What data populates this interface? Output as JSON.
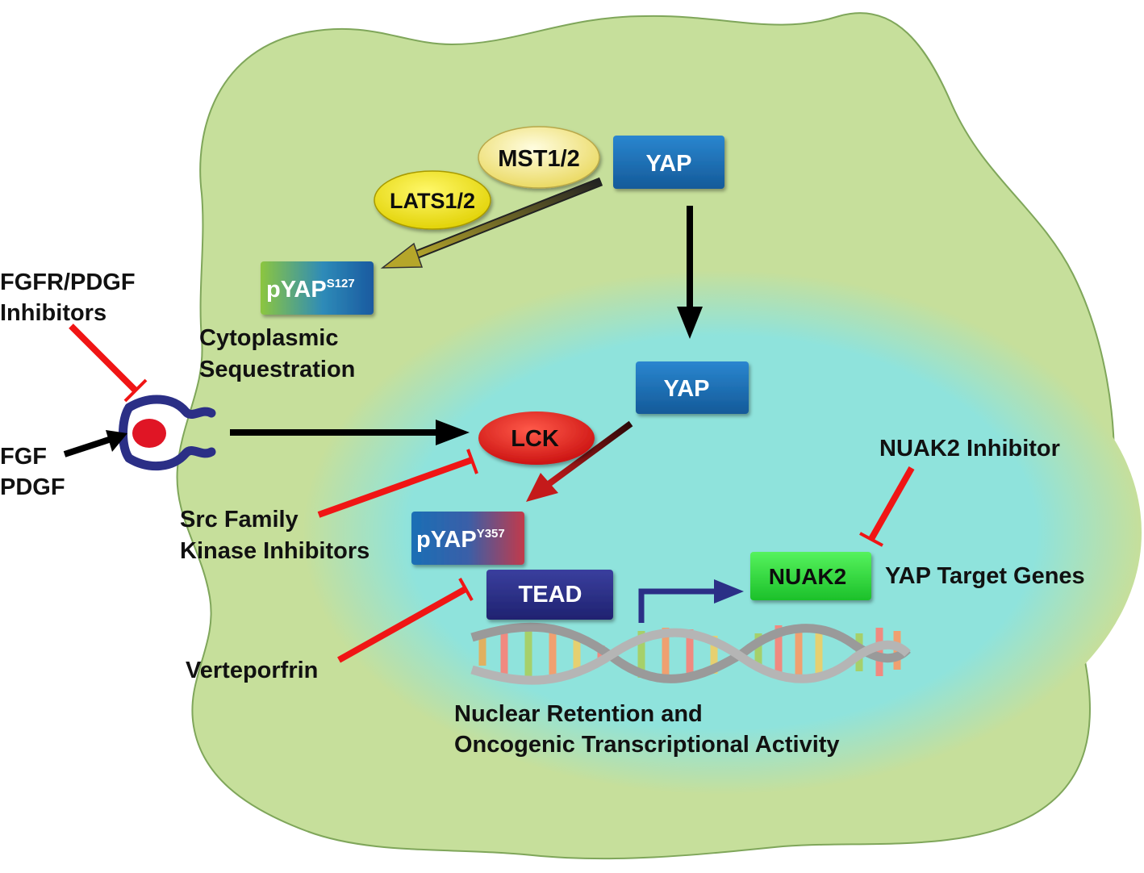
{
  "labels": {
    "fgfr_inhibitors_line1": "FGFR/PDGF",
    "fgfr_inhibitors_line2": "Inhibitors",
    "fgf": "FGF",
    "pdgf": "PDGF",
    "cytoplasmic_line1": "Cytoplasmic",
    "cytoplasmic_line2": "Sequestration",
    "src_line1": "Src Family",
    "src_line2": "Kinase Inhibitors",
    "verteporfrin": "Verteporfrin",
    "nuclear_line1": "Nuclear Retention and",
    "nuclear_line2": "Oncogenic Transcriptional Activity",
    "nuak2_inhibitor": "NUAK2 Inhibitor",
    "yap_target_genes": "YAP Target Genes"
  },
  "nodes": {
    "mst": "MST1/2",
    "lats": "LATS1/2",
    "yap_cyto": "YAP",
    "pyap_s127_main": "pYAP",
    "pyap_s127_sup": "S127",
    "yap_nuc": "YAP",
    "lck": "LCK",
    "pyap_y357_main": "pYAP",
    "pyap_y357_sup": "Y357",
    "tead": "TEAD",
    "nuak2": "NUAK2"
  },
  "colors": {
    "cell": "#c6df9b",
    "nucleus": "#8fe3dc",
    "yap_box": "#1a6fb5",
    "tead_box": "#2b2f86",
    "nuak2_box": "#22d633",
    "lck": "#e01515",
    "mst_lats": "#f2e25a",
    "inhibitor": "#f01515",
    "activation": "#000000"
  }
}
